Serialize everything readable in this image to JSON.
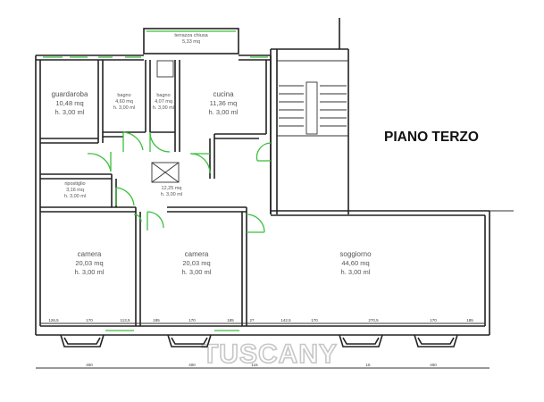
{
  "floor_title": "PIANO TERZO",
  "watermark": "TUSCANY",
  "rooms": {
    "terrazza": {
      "name": "terrazza chiusa",
      "area": "5,33 mq"
    },
    "guardaroba": {
      "name": "guardaroba",
      "area": "10,48 mq",
      "height": "h. 3,00 ml"
    },
    "bagno1": {
      "name": "bagno",
      "area": "4,60 mq",
      "height": "h. 3,00 ml"
    },
    "bagno2": {
      "name": "bagno",
      "area": "4,07 mq",
      "height": "h. 3,00 ml"
    },
    "cucina": {
      "name": "cucina",
      "area": "11,36 mq",
      "height": "h. 3,00 ml"
    },
    "ripostiglio": {
      "name": "ripostiglio",
      "area": "3,16 mq",
      "height": "h. 3,00 ml"
    },
    "disimpegno": {
      "area": "12,25 mq",
      "height": "h. 3,00 ml"
    },
    "camera1": {
      "name": "camera",
      "area": "20,03 mq",
      "height": "h. 3,00 ml"
    },
    "camera2": {
      "name": "camera",
      "area": "20,03 mq",
      "height": "h. 3,00 ml"
    },
    "soggiorno": {
      "name": "soggiorno",
      "area": "44,60 mq",
      "height": "h. 3,00 ml"
    }
  },
  "dimensions": {
    "upper": [
      "126,5",
      "170",
      "113,5",
      "185",
      "170",
      "185",
      "27",
      "142,5",
      "170",
      "270,5",
      "170",
      "185"
    ],
    "lower": [
      "400",
      "400",
      "115",
      "15",
      "400"
    ]
  }
}
